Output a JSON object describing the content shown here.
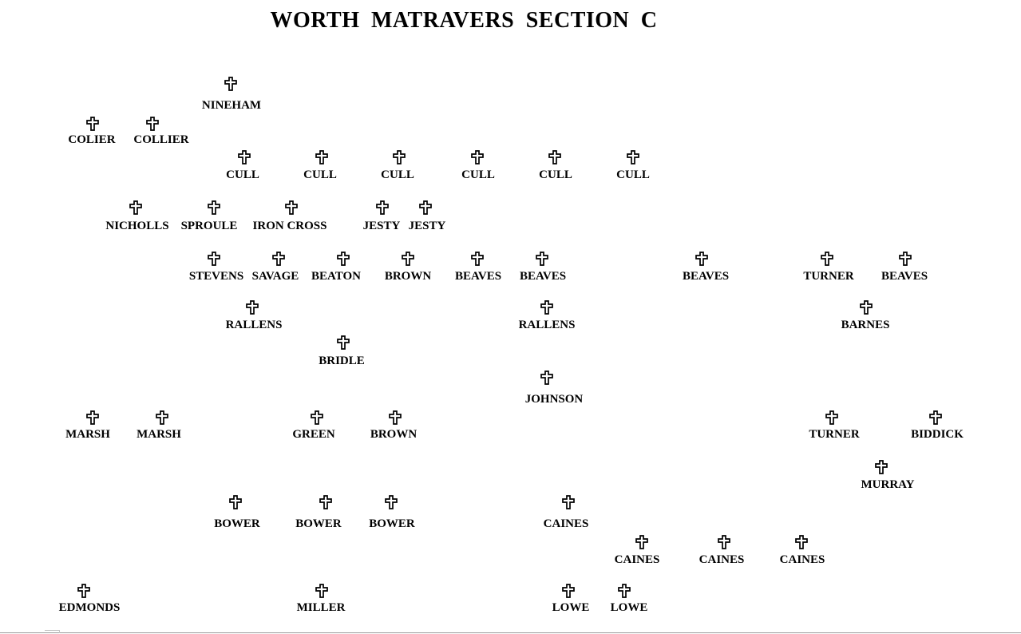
{
  "title": "WORTH  MATRAVERS  SECTION  C",
  "icon": "latin-cross-icon",
  "graves": [
    {
      "name": "NINEHAM"
    },
    {
      "name": "COLIER"
    },
    {
      "name": "COLLIER"
    },
    {
      "name": "CULL"
    },
    {
      "name": "CULL"
    },
    {
      "name": "CULL"
    },
    {
      "name": "CULL"
    },
    {
      "name": "CULL"
    },
    {
      "name": "CULL"
    },
    {
      "name": "NICHOLLS"
    },
    {
      "name": "SPROULE"
    },
    {
      "name": "IRON CROSS"
    },
    {
      "name": "JESTY"
    },
    {
      "name": "JESTY"
    },
    {
      "name": "STEVENS"
    },
    {
      "name": "SAVAGE"
    },
    {
      "name": "BEATON"
    },
    {
      "name": "BROWN"
    },
    {
      "name": "BEAVES"
    },
    {
      "name": "BEAVES"
    },
    {
      "name": "BEAVES"
    },
    {
      "name": "TURNER"
    },
    {
      "name": "BEAVES"
    },
    {
      "name": "RALLENS"
    },
    {
      "name": "RALLENS"
    },
    {
      "name": "BARNES"
    },
    {
      "name": "BRIDLE"
    },
    {
      "name": "JOHNSON"
    },
    {
      "name": "MARSH"
    },
    {
      "name": "MARSH"
    },
    {
      "name": "GREEN"
    },
    {
      "name": "BROWN"
    },
    {
      "name": "TURNER"
    },
    {
      "name": "BIDDICK"
    },
    {
      "name": "MURRAY"
    },
    {
      "name": "BOWER"
    },
    {
      "name": "BOWER"
    },
    {
      "name": "BOWER"
    },
    {
      "name": "CAINES"
    },
    {
      "name": "CAINES"
    },
    {
      "name": "CAINES"
    },
    {
      "name": "CAINES"
    },
    {
      "name": "EDMONDS"
    },
    {
      "name": "MILLER"
    },
    {
      "name": "LOWE"
    },
    {
      "name": "LOWE"
    }
  ]
}
